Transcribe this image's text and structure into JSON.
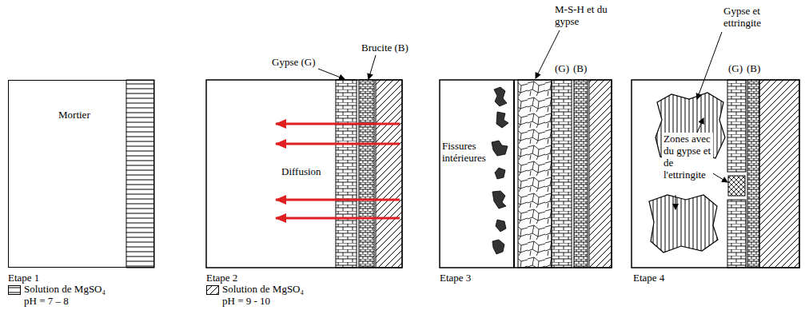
{
  "diagram": {
    "nodes": [
      {
        "text": [
          "Mortier"
        ]
      }
    ],
    "labels": [
      "Etape 1",
      "Gypse (G)",
      "Brucite (B)",
      "Diffusion",
      "Etape 2",
      "M-S-H et du gypse",
      "(G)",
      "(B)",
      "Fissures intérieures",
      "Etape 3",
      "Gypse et ettringite",
      "(G)",
      "(B)",
      "Zones avec du gypse et de l'ettringite",
      "Etape 4"
    ],
    "legend": [
      {
        "text": "Solution de MgSO₄ pH = 7 – 8"
      },
      {
        "text": "Solution de MgSO₄ pH = 9 - 10"
      }
    ]
  }
}
